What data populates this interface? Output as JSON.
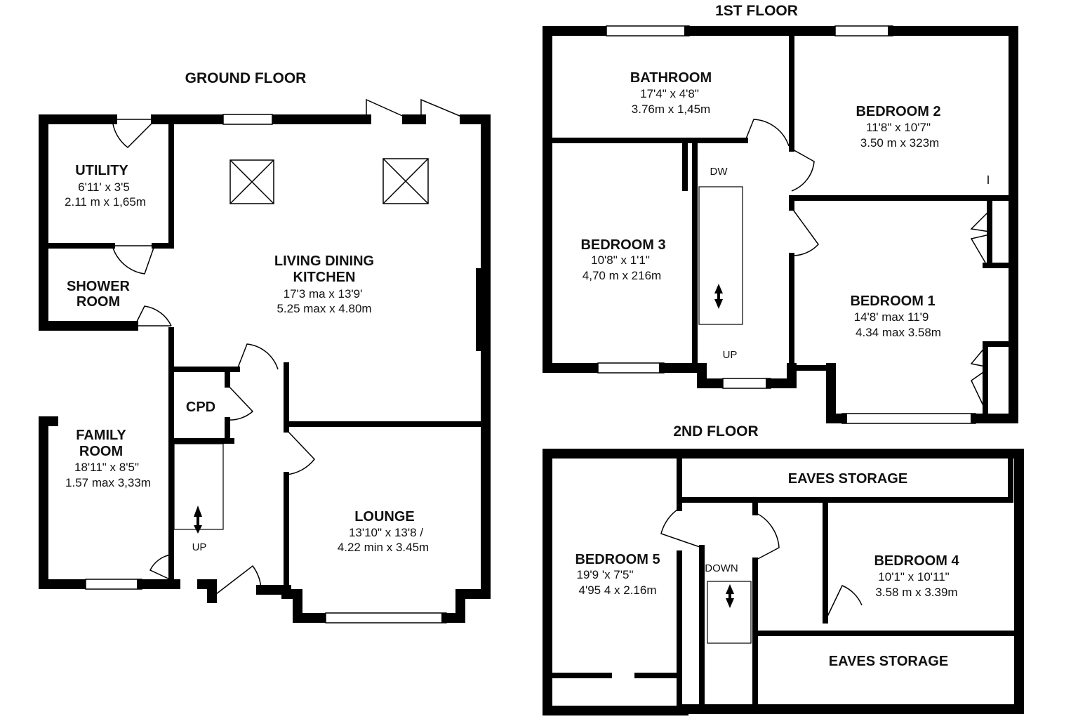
{
  "floors": {
    "ground": "GROUND FLOOR",
    "first": "1ST FLOOR",
    "second": "2ND FLOOR"
  },
  "rooms": {
    "utility": {
      "name": "UTILITY",
      "dim1": "6'11' x 3'5",
      "dim2": "2.11 m x 1,65m"
    },
    "shower": {
      "name1": "SHOWER",
      "name2": "ROOM"
    },
    "living": {
      "name1": "LIVING DINING",
      "name2": "KITCHEN",
      "dim1": "17'3 ma x 13'9'",
      "dim2": "5.25 max x 4.80m"
    },
    "cpd": {
      "name": "CPD"
    },
    "family": {
      "name1": "FAMILY",
      "name2": "ROOM",
      "dim1": "18'11\" x 8'5\"",
      "dim2": "1.57 max 3,33m"
    },
    "lounge": {
      "name": "LOUNGE",
      "dim1": "13'10\" x 13'8 /",
      "dim2": "4.22 min x 3.45m"
    },
    "bathroom": {
      "name": "BATHROOM",
      "dim1": "17'4\" x 4'8\"",
      "dim2": "3.76m x 1,45m"
    },
    "bedroom2": {
      "name": "BEDROOM 2",
      "dim1": "11'8\" x 10'7\"",
      "dim2": "3.50 m x 323m"
    },
    "bedroom3": {
      "name": "BEDROOM 3",
      "dim1": "10'8\" x 1'1\"",
      "dim2": "4,70 m x 216m"
    },
    "bedroom1": {
      "name": "BEDROOM 1",
      "dim1": "14'8' max 11'9",
      "dim2": "4.34 max 3.58m"
    },
    "bedroom5": {
      "name": "BEDROOM 5",
      "dim1": "19'9 'x 7'5\"",
      "dim2": "4'95 4 x 2.16m"
    },
    "bedroom4": {
      "name": "BEDROOM 4",
      "dim1": "10'1\" x 10'11\"",
      "dim2": "3.58 m x 3.39m"
    },
    "eaves_top": {
      "name": "EAVES STORAGE"
    },
    "eaves_bottom": {
      "name": "EAVES STORAGE"
    }
  },
  "markers": {
    "ground_up": "UP",
    "first_up": "UP",
    "first_dw": "DW",
    "second_down": "DOWN"
  }
}
